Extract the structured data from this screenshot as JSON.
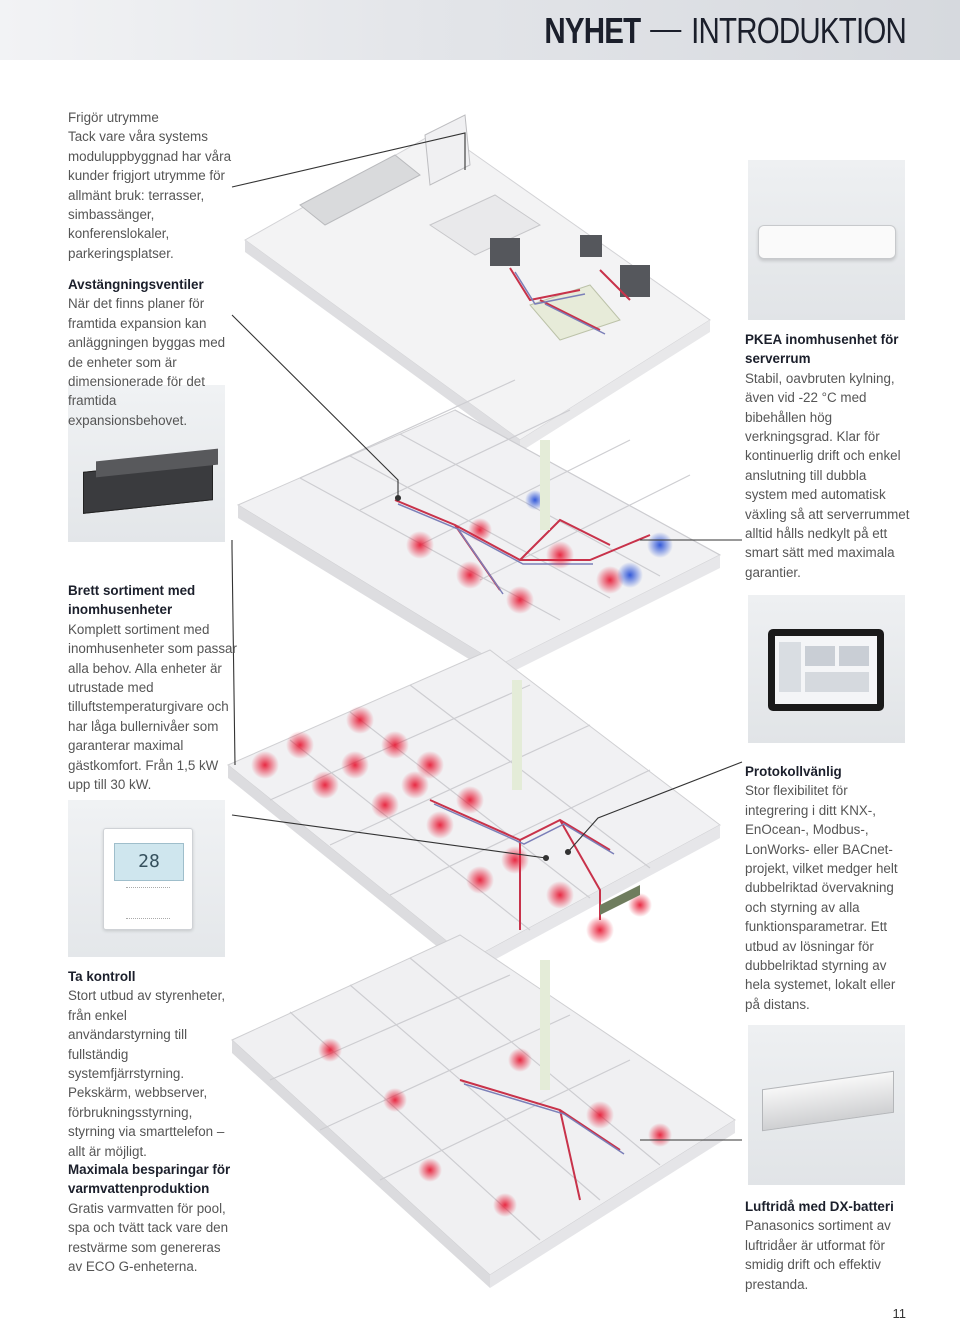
{
  "header": {
    "bold": "NYHET",
    "light": "INTRODUKTION"
  },
  "blocks": {
    "frigor": {
      "title": "Frigör utrymme",
      "body": "Tack vare våra systems moduluppbyggnad har våra kunder frigjort utrymme för allmänt bruk: terrasser, simbassänger, konferenslokaler, parkeringsplatser."
    },
    "avstangning": {
      "title": "Avstängningsventiler",
      "body": "När det finns planer för framtida expansion kan anläggningen byggas med de enheter som är dimensionerade för det framtida expansionsbehovet."
    },
    "pkea": {
      "title": "PKEA inomhusenhet för serverrum",
      "body": "Stabil, oavbruten kylning, även vid -22 °C med bibehållen hög verkningsgrad. Klar för kontinuerlig drift och enkel anslutning till dubbla system med automatisk växling så att serverrummet alltid hålls nedkylt på ett smart sätt med maximala garantier."
    },
    "brett": {
      "title": "Brett sortiment med inomhusenheter",
      "body": "Komplett sortiment med inomhusenheter som passar alla behov. Alla enheter är utrustade med tilluftstemperaturgivare och har låga bullernivåer som garanterar maximal gästkomfort. Från 1,5 kW upp till 30 kW."
    },
    "protokoll": {
      "title": "Protokollvänlig",
      "body": "Stor flexibilitet för integrering i ditt KNX-, EnOcean-, Modbus-, LonWorks- eller BACnet-projekt, vilket medger helt dubbelriktad övervakning och styrning av alla funktionsparametrar. Ett utbud av lösningar för dubbelriktad styrning av hela systemet, lokalt eller på distans."
    },
    "kontroll": {
      "title": "Ta kontroll",
      "body": "Stort utbud av styrenheter, från enkel användarstyrning till fullständig systemfjärrstyrning. Pekskärm, webbserver, förbrukningsstyrning, styrning via smarttelefon – allt är möjligt."
    },
    "besparing": {
      "title": "Maximala besparingar för varmvattenproduktion",
      "body": "Gratis varmvatten för pool, spa och tvätt tack vare den restvärme som genereras av ECO G-enheterna."
    },
    "luftrida": {
      "title": "Luftridå med DX-batteri",
      "body": "Panasonics sortiment av luftridåer är utformat för smidig drift och effektiv prestanda."
    }
  },
  "controller_display": "28",
  "page_number": "11",
  "colors": {
    "header_text": "#1b1f2b",
    "pipe_red": "#c8324a",
    "airflow_red": "#e8203a",
    "airflow_blue": "#2a52d8"
  }
}
